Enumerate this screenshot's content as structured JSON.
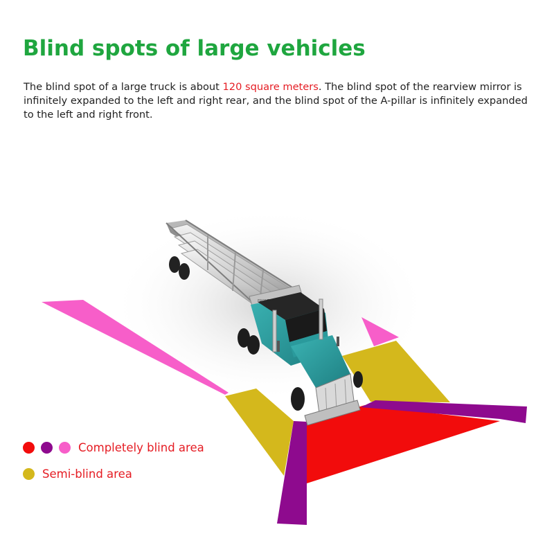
{
  "title": "Blind spots of large vehicles",
  "description": {
    "before": "The blind spot of a large truck is about ",
    "highlight": "120 square meters",
    "after": ". The blind spot of the rearview mirror is infinitely expanded to the left and right rear, and the blind spot of the A-pillar is infinitely expanded to the left and right front."
  },
  "colors": {
    "title": "#1fa63f",
    "highlight": "#e51c23",
    "red_zone": "#f20c0c",
    "purple_zone": "#8e0a8e",
    "pink_zone": "#f75ec9",
    "yellow_zone": "#d4b81c",
    "cab": "#2a9a9c"
  },
  "legend": {
    "completely_blind": {
      "label": "Completely blind area",
      "dots": [
        "#f20c0c",
        "#8e0a8e",
        "#f75ec9"
      ]
    },
    "semi_blind": {
      "label": "Semi-blind area",
      "dots": [
        "#d4b81c"
      ]
    }
  },
  "illustration": {
    "vehicle": "truck-with-tanker-trailer-icon",
    "trailer_text": "FRONT"
  }
}
